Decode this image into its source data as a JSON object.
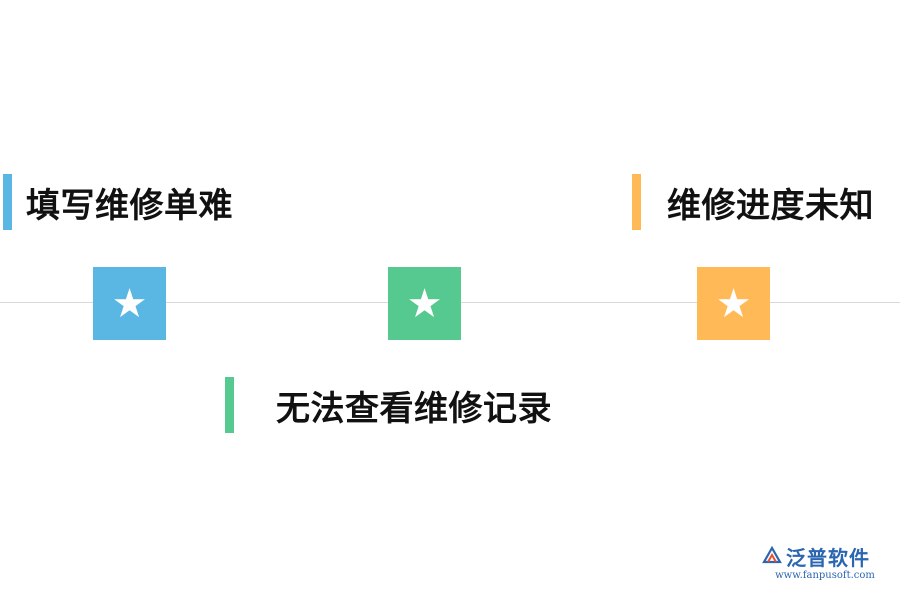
{
  "colors": {
    "blue": "#5ab6e2",
    "green": "#55c990",
    "orange": "#ffb956",
    "line": "#d9d9d9",
    "brand": "#2b66b0"
  },
  "nodes": [
    {
      "icon": "star-icon",
      "glyph": "★",
      "color": "#5ab6e2"
    },
    {
      "icon": "star-icon",
      "glyph": "★",
      "color": "#55c990"
    },
    {
      "icon": "star-icon",
      "glyph": "★",
      "color": "#ffb956"
    }
  ],
  "labels": {
    "item1": "填写维修单难",
    "item2": "无法查看维修记录",
    "item3": "维修进度未知"
  },
  "watermark": {
    "name": "泛普软件",
    "url": "www.fanpusoft.com"
  }
}
